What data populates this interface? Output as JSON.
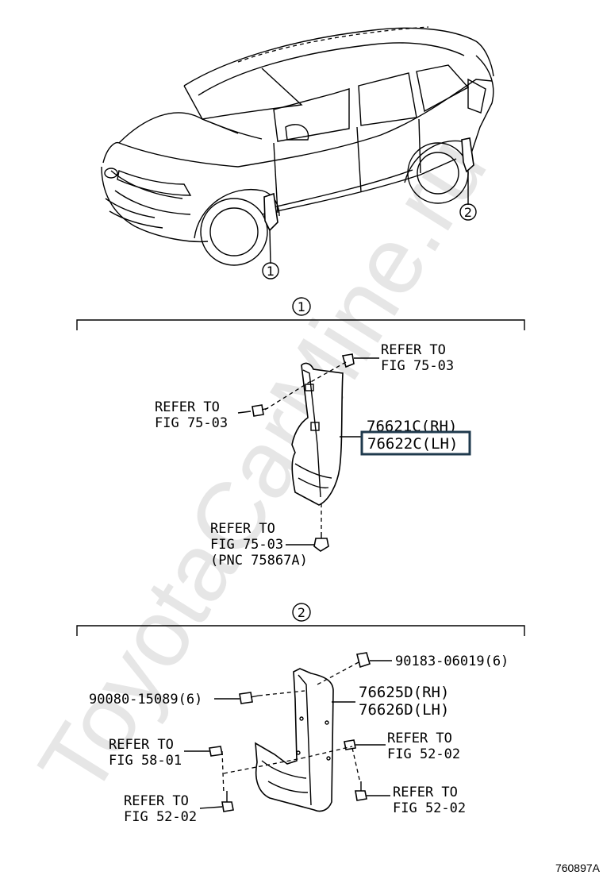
{
  "watermark": "ToyotaCarMine.ru",
  "figure_id": "760897A",
  "index_labels": {
    "one": "1",
    "two": "2"
  },
  "section1": {
    "marker": "1",
    "callouts": {
      "top_right": [
        "REFER TO",
        "FIG 75-03"
      ],
      "left": [
        "REFER TO",
        "FIG 75-03"
      ],
      "bottom": [
        "REFER TO",
        "FIG 75-03",
        "(PNC 75867A)"
      ]
    },
    "part_rh": "76621C(RH)",
    "part_lh": "76622C(LH)",
    "highlight_color": "#1f3a4d"
  },
  "section2": {
    "marker": "2",
    "callouts": {
      "top_right": "90183-06019(6)",
      "left_screw": "90080-15089(6)",
      "left_mid": [
        "REFER TO",
        "FIG 58-01"
      ],
      "right_mid": [
        "REFER TO",
        "FIG 52-02"
      ],
      "left_bottom": [
        "REFER TO",
        "FIG 52-02"
      ],
      "right_bottom": [
        "REFER TO",
        "FIG 52-02"
      ]
    },
    "part_rh": "76625D(RH)",
    "part_lh": "76626D(LH)"
  }
}
